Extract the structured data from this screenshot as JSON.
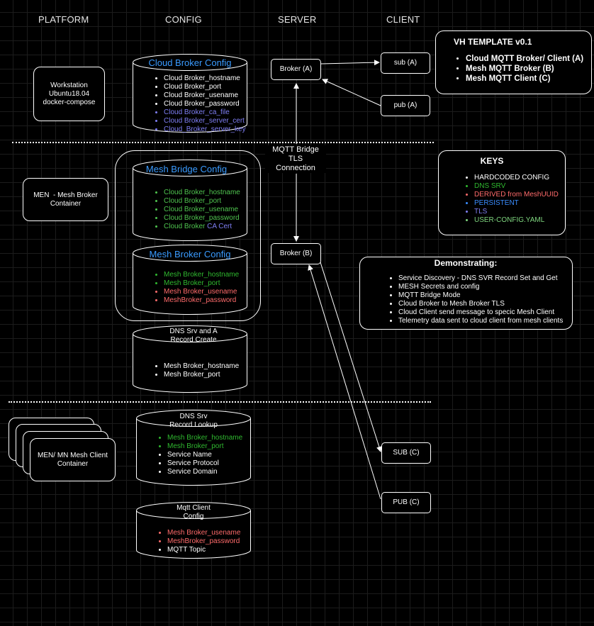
{
  "columns": [
    "PLATFORM",
    "CONFIG",
    "SERVER",
    "CLIENT"
  ],
  "template": {
    "title": "VH TEMPLATE v0.1",
    "items": [
      "Cloud MQTT Broker/ Client (A)",
      "Mesh MQTT Broker (B)",
      "Mesh MQTT Client (C)"
    ]
  },
  "platforms": {
    "workstation": [
      "Workstation",
      "Ubuntu18.04",
      "docker-compose"
    ],
    "men_broker": [
      "MEN  - Mesh Broker",
      "Container"
    ],
    "men_client": [
      "MEN/ MN Mesh Client",
      "Container"
    ]
  },
  "cloud_broker_config": {
    "title": "Cloud Broker Config",
    "items": [
      {
        "text": "Cloud Broker_hostname",
        "color": "#ffffff"
      },
      {
        "text": "Cloud Broker_port",
        "color": "#ffffff"
      },
      {
        "text": "Cloud Broker_usename",
        "color": "#ffffff"
      },
      {
        "text": "Cloud Broker_password",
        "color": "#ffffff"
      },
      {
        "text": "Cloud Broker_ca_file",
        "color": "#7f7ff5"
      },
      {
        "text": "Cloud Broker_server_cert",
        "color": "#7f7ff5"
      },
      {
        "text": "Cloud_Broker_server_key",
        "color": "#7f7ff5"
      }
    ]
  },
  "mesh_bridge_config": {
    "title": "Mesh Bridge Config",
    "items": [
      {
        "text": "Cloud Broker_hostname",
        "color": "#4fc44f"
      },
      {
        "text": "Cloud Broker_port",
        "color": "#4fc44f"
      },
      {
        "text": "Cloud Broker_usename",
        "color": "#4fc44f"
      },
      {
        "text": "Cloud Broker_password",
        "color": "#4fc44f"
      }
    ],
    "last_item": {
      "part1": "Cloud Broker ",
      "part2": "CA Cert"
    }
  },
  "mesh_broker_config": {
    "title": "Mesh Broker Config",
    "items": [
      {
        "text": "Mesh Broker_hostname",
        "color": "#2fb82f"
      },
      {
        "text": "Mesh Broker_port",
        "color": "#2fb82f"
      },
      {
        "text": "Mesh Broker_usename",
        "color": "#ff6b6b"
      },
      {
        "text": "MeshBroker_password",
        "color": "#ff6b6b"
      }
    ]
  },
  "dns_create": {
    "title": [
      "DNS Srv and A",
      "Record Create"
    ],
    "items": [
      {
        "text": "Mesh Broker_hostname",
        "color": "#ffffff"
      },
      {
        "text": "Mesh Broker_port",
        "color": "#ffffff"
      }
    ]
  },
  "dns_lookup": {
    "title": [
      "DNS Srv",
      "Record Lookup"
    ],
    "items": [
      {
        "text": "Mesh Broker_hostname",
        "color": "#2fb82f"
      },
      {
        "text": "Mesh Broker_port",
        "color": "#2fb82f"
      },
      {
        "text": "Service Name",
        "color": "#ffffff"
      },
      {
        "text": "Service Protocol",
        "color": "#ffffff"
      },
      {
        "text": "Service Domain",
        "color": "#ffffff"
      }
    ]
  },
  "mqtt_client_config": {
    "title": [
      "Mqtt Client",
      "Config"
    ],
    "items": [
      {
        "text": "Mesh Broker_usename",
        "color": "#ff6b6b"
      },
      {
        "text": "MeshBroker_password",
        "color": "#ff6b6b"
      },
      {
        "text": "MQTT Topic",
        "color": "#ffffff"
      }
    ]
  },
  "server": {
    "broker_a": "Broker (A)",
    "broker_b": "Broker (B)",
    "bridge_label": [
      "MQTT Bridge",
      "TLS",
      "Connection"
    ]
  },
  "client": {
    "sub_a": "sub (A)",
    "pub_a": "pub (A)",
    "sub_c": "SUB (C)",
    "pub_c": "PUB (C)"
  },
  "keys": {
    "title": "KEYS",
    "items": [
      {
        "text": "HARDCODED CONFIG",
        "color": "#ffffff"
      },
      {
        "text": "DNS SRV",
        "color": "#2fb82f"
      },
      {
        "text": "DERIVED from MeshUUID",
        "color": "#ff6b6b"
      },
      {
        "text": "PERSISTENT",
        "color": "#3a8dff"
      },
      {
        "text": "TLS",
        "color": "#7f7ff5"
      },
      {
        "text": "USER-CONFIG.YAML",
        "color": "#7fd67f"
      }
    ]
  },
  "demonstrating": {
    "title": "Demonstrating:",
    "items": [
      "Service Discovery - DNS SVR Record Set and Get",
      "MESH Secrets and config",
      "MQTT Bridge Mode",
      "Cloud Broker to Mesh Broker TLS",
      "Cloud Client send message to specic Mesh Client",
      "Telemetry data sent to cloud client from mesh clients"
    ]
  },
  "colors": {
    "title_blue": "#3a9bff",
    "hardcoded": "#ffffff",
    "dns_srv": "#2fb82f",
    "derived": "#ff6b6b",
    "persistent": "#3a8dff",
    "tls": "#7f7ff5",
    "user_config": "#7fd67f"
  }
}
